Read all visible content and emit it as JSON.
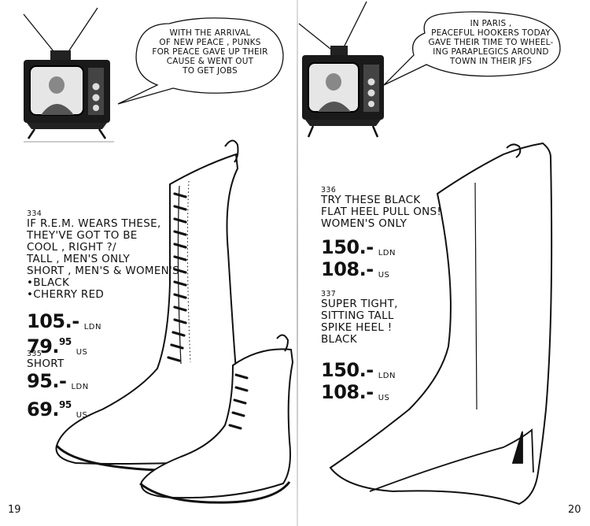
{
  "left_page": {
    "page_number": "19",
    "tv_bubble": [
      "WITH THE ARRIVAL",
      "OF NEW PEACE , PUNKS",
      "FOR PEACE GAVE UP THEIR",
      "CAUSE & WENT OUT",
      "TO GET JOBS"
    ],
    "item_334": {
      "number": "334",
      "lines": [
        "IF R.E.M. WEARS THESE,",
        "THEY'VE GOT TO BE",
        "COOL , RIGHT ?/",
        "TALL , MEN'S ONLY",
        "SHORT , MEN'S & WOMEN'S"
      ],
      "colors": [
        "•BLACK",
        "•CHERRY RED"
      ],
      "price_ldn": "105.-",
      "price_ldn_unit": "LDN",
      "price_us": "79.",
      "price_us_cents": "95",
      "price_us_unit": "US"
    },
    "item_335": {
      "number": "335",
      "label": "SHORT",
      "price_ldn": "95.-",
      "price_ldn_unit": "LDN",
      "price_us": "69.",
      "price_us_cents": "95",
      "price_us_unit": "US"
    }
  },
  "right_page": {
    "page_number": "20",
    "tv_bubble": [
      "IN PARIS ,",
      "PEACEFUL HOOKERS TODAY",
      "GAVE THEIR TIME TO WHEEL-",
      "ING PARAPLEGICS AROUND",
      "TOWN IN THEIR JFS"
    ],
    "item_336": {
      "number": "336",
      "lines": [
        "TRY THESE BLACK",
        "FLAT HEEL PULL ONS!",
        "WOMEN'S ONLY"
      ],
      "price_ldn": "150.-",
      "price_ldn_unit": "LDN",
      "price_us": "108.-",
      "price_us_unit": "US"
    },
    "item_337": {
      "number": "337",
      "lines": [
        "SUPER TIGHT,",
        "SITTING TALL",
        "SPIKE HEEL !",
        "BLACK"
      ],
      "price_ldn": "150.-",
      "price_ldn_unit": "LDN",
      "price_us": "108.-",
      "price_us_unit": "US"
    }
  }
}
